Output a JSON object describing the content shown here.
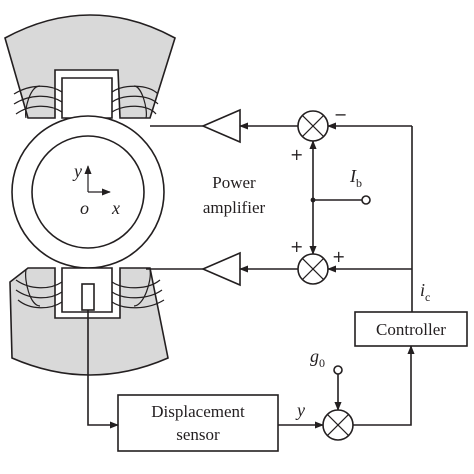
{
  "labels": {
    "power_amplifier_line1": "Power",
    "power_amplifier_line2": "amplifier",
    "controller": "Controller",
    "displacement_line1": "Displacement",
    "displacement_line2": "sensor",
    "axis_y": "y",
    "axis_x": "x",
    "origin": "o",
    "bias_current_main": "I",
    "bias_current_sub": "b",
    "control_current_main": "i",
    "control_current_sub": "c",
    "reference_gap_main": "g",
    "reference_gap_sub": "0",
    "sensor_output": "y"
  },
  "signs": {
    "top_sum_right": "−",
    "top_sum_bottom": "+",
    "bottom_sum_top": "+",
    "bottom_sum_right": "+"
  }
}
